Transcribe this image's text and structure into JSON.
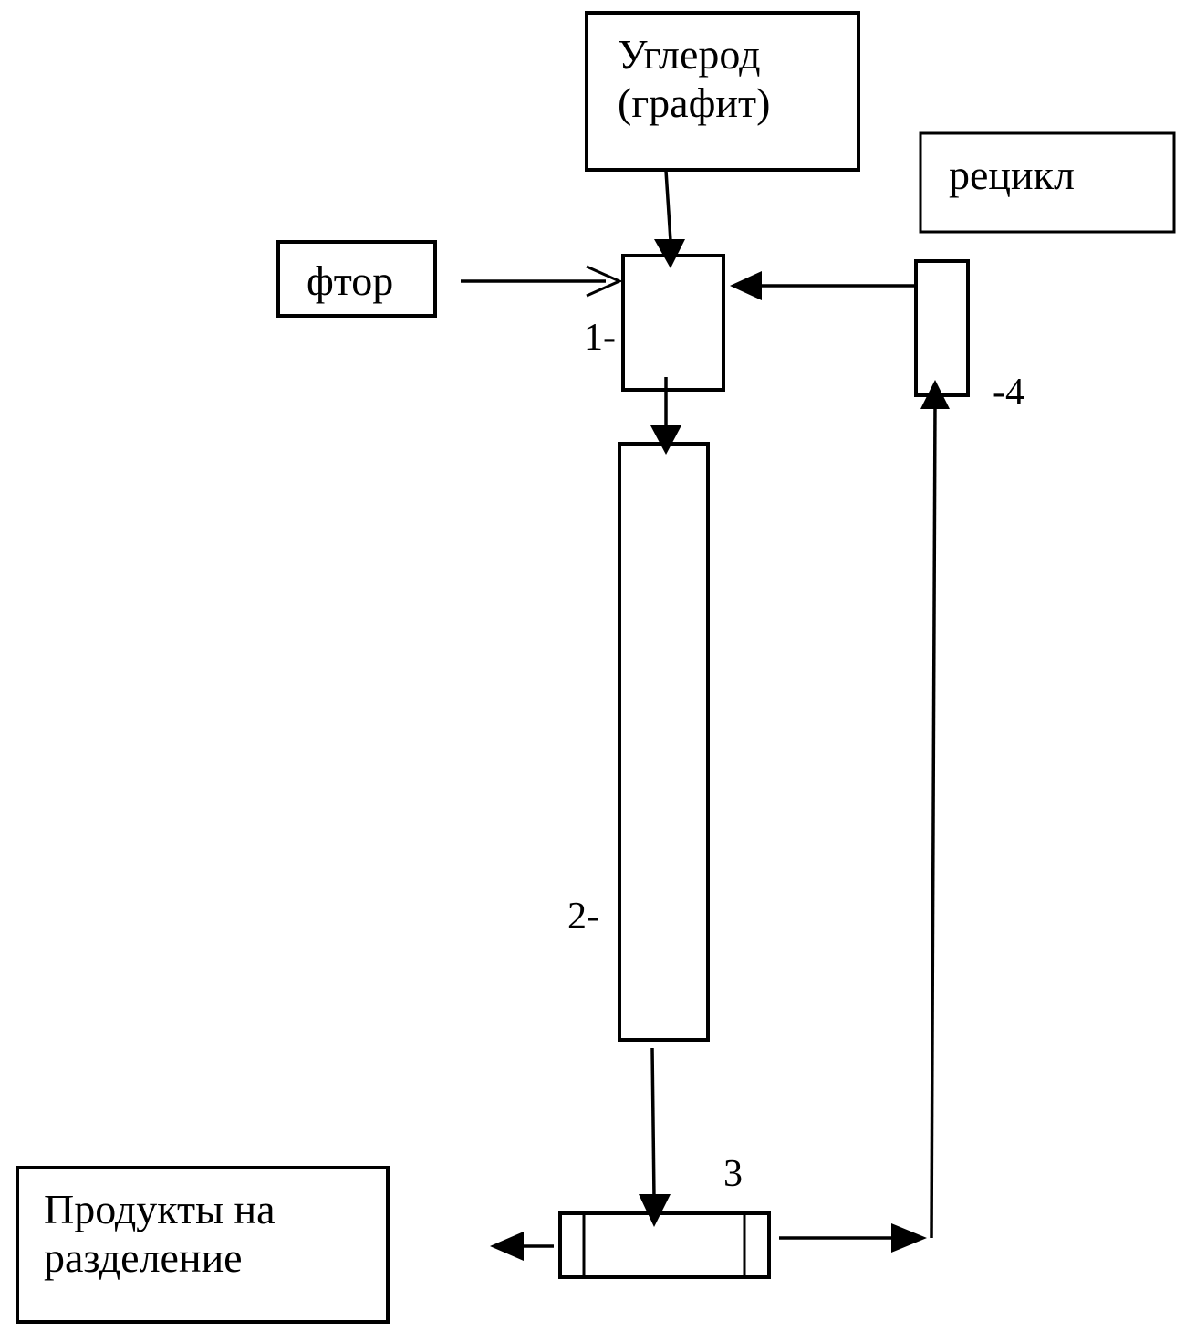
{
  "inputs": {
    "carbon": {
      "line1": "Углерод",
      "line2": "(графит)"
    },
    "fluorine": "фтор",
    "recycle": "рецикл"
  },
  "output": {
    "line1": "Продукты на",
    "line2": "разделение"
  },
  "units": {
    "u1": "1-",
    "u2": "2-",
    "u3": "3",
    "u4": "-4"
  }
}
